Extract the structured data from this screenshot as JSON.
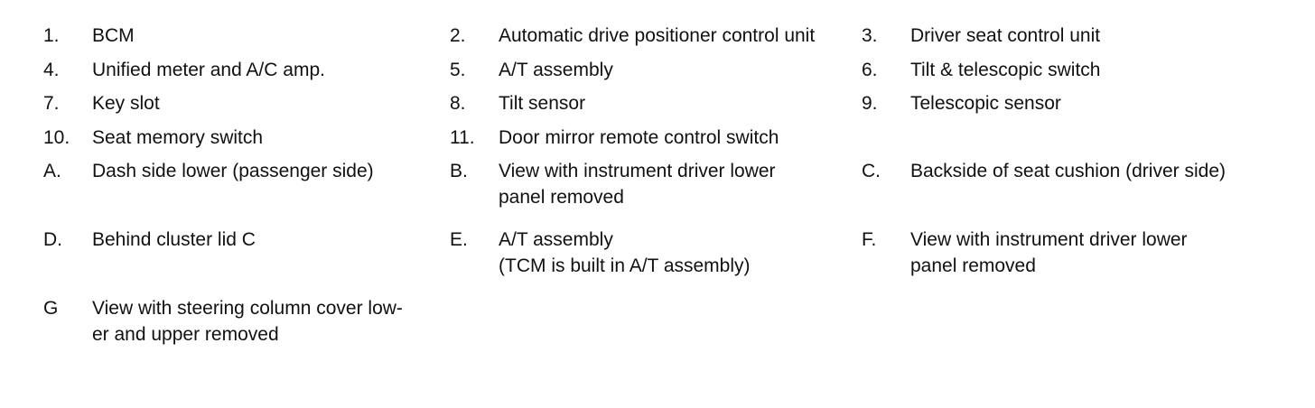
{
  "legend": {
    "rows": [
      [
        {
          "num": "1.",
          "text": "BCM"
        },
        {
          "num": "2.",
          "text": "Automatic drive positioner control unit"
        },
        {
          "num": "3.",
          "text": "Driver seat control unit"
        }
      ],
      [
        {
          "num": "4.",
          "text": "Unified meter and A/C amp."
        },
        {
          "num": "5.",
          "text": "A/T assembly"
        },
        {
          "num": "6.",
          "text": "Tilt & telescopic switch"
        }
      ],
      [
        {
          "num": "7.",
          "text": "Key slot"
        },
        {
          "num": "8.",
          "text": "Tilt sensor"
        },
        {
          "num": "9.",
          "text": "Telescopic sensor"
        }
      ],
      [
        {
          "num": "10.",
          "text": "Seat memory switch"
        },
        {
          "num": "11.",
          "text": "Door mirror remote control switch"
        },
        {
          "num": "",
          "text": ""
        }
      ],
      [
        {
          "num": "A.",
          "text": "Dash side lower (passenger side)"
        },
        {
          "num": "B.",
          "text": "View with instrument driver lower\npanel removed"
        },
        {
          "num": "C.",
          "text": "Backside of seat cushion (driver side)"
        }
      ],
      [
        {
          "num": "D.",
          "text": "Behind cluster lid C"
        },
        {
          "num": "E.",
          "text": "A/T assembly\n(TCM is built in A/T assembly)"
        },
        {
          "num": "F.",
          "text": "View with instrument driver lower\npanel removed"
        }
      ],
      [
        {
          "num": "G",
          "text": "View with steering column cover low-\ner and upper removed"
        },
        {
          "num": "",
          "text": ""
        },
        {
          "num": "",
          "text": ""
        }
      ]
    ]
  }
}
